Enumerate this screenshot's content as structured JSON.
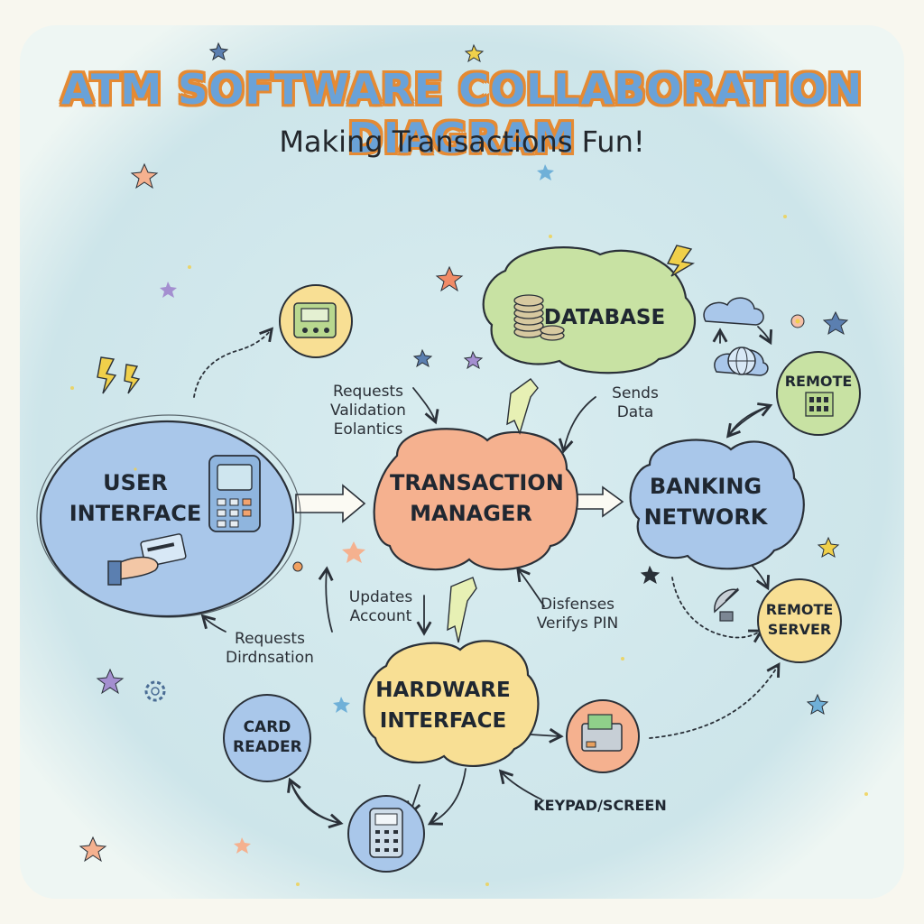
{
  "title": "ATM SOFTWARE COLLABORATION DIAGRAM",
  "subtitle": "Making Transactions Fun!",
  "nodes": {
    "user_interface": "USER INTERFACE",
    "transaction_manager": "TRANSACTION MANAGER",
    "database": "DATABASE",
    "banking_network": "BANKING NETWORK",
    "remote": "REMOTE",
    "remote_server": "REMOTE SERVER",
    "hardware_interface": "HARDWARE INTERFACE",
    "card_reader": "CARD READER",
    "keypad_screen": "KEYPAD/SCREEN"
  },
  "labels": {
    "requests_validation": "Requests Validation Eolantics",
    "sends_data": "Sends Data",
    "updates_account": "Updates Account",
    "disfenses_verifys_pin": "Disfenses Verifys PIN",
    "requests_dirdnsation": "Requests Dirdnsation"
  },
  "icons": [
    "atm-machine-icon",
    "coins-icon",
    "cloud-icon",
    "globe-icon",
    "building-icon",
    "atm-keypad-icon",
    "hand-card-icon",
    "satellite-dish-icon",
    "cash-dispenser-icon",
    "pin-pad-icon",
    "lightning-icon",
    "star-icon",
    "gear-icon",
    "flower-icon"
  ],
  "colors": {
    "background": "#d6ebee",
    "title_fill": "#6aa2d8",
    "title_outline": "#e58a33",
    "blue_node": "#a9c7ea",
    "orange_node": "#f5b18f",
    "green_node": "#c8e2a3",
    "yellow_node": "#f8df94",
    "lightning": "#f0d04a"
  }
}
